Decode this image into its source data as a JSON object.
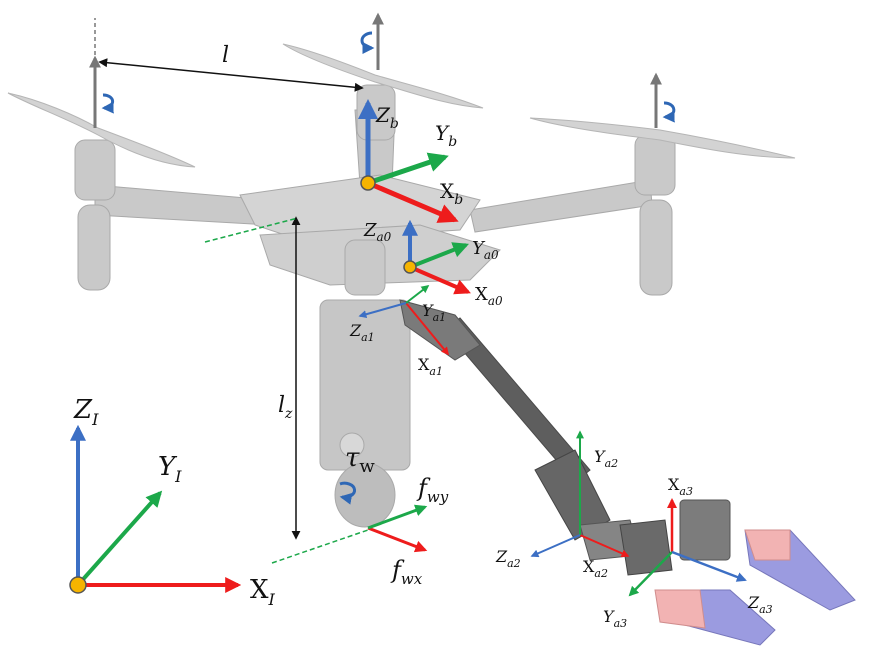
{
  "diagram": {
    "inertial_frame": {
      "x": "X",
      "x_sub": "I",
      "y": "Y",
      "y_sub": "I",
      "z": "Z",
      "z_sub": "I"
    },
    "body_frame": {
      "x": "X",
      "x_sub": "b",
      "y": "Y",
      "y_sub": "b",
      "z": "Z",
      "z_sub": "b"
    },
    "arm_frame_0": {
      "x": "X",
      "x_sub": "a0",
      "y": "Y",
      "y_sub": "a0",
      "z": "Z",
      "z_sub": "a0"
    },
    "arm_frame_1": {
      "x": "X",
      "x_sub": "a1",
      "y": "Y",
      "y_sub": "a1",
      "z": "Z",
      "z_sub": "a1"
    },
    "arm_frame_2": {
      "x": "X",
      "x_sub": "a2",
      "y": "Y",
      "y_sub": "a2",
      "z": "Z",
      "z_sub": "a2"
    },
    "arm_frame_3": {
      "x": "X",
      "x_sub": "a3",
      "y": "Y",
      "y_sub": "a3",
      "z": "Z",
      "z_sub": "a3"
    },
    "arm_length_label": "l",
    "vertical_offset_label": "l",
    "vertical_offset_sub": "z",
    "wheel_torque_label": "τ",
    "wheel_torque_sub": "w",
    "wheel_force_y_label": "f",
    "wheel_force_y_sub": "wy",
    "wheel_force_x_label": "f",
    "wheel_force_x_sub": "wx",
    "colors": {
      "x_axis": "#ee1c1c",
      "y_axis": "#1ca84a",
      "z_axis": "#3c6fc4",
      "origin": "#f6b400",
      "drone": "#c8c8c8",
      "rotation": "#2e67b5"
    }
  }
}
